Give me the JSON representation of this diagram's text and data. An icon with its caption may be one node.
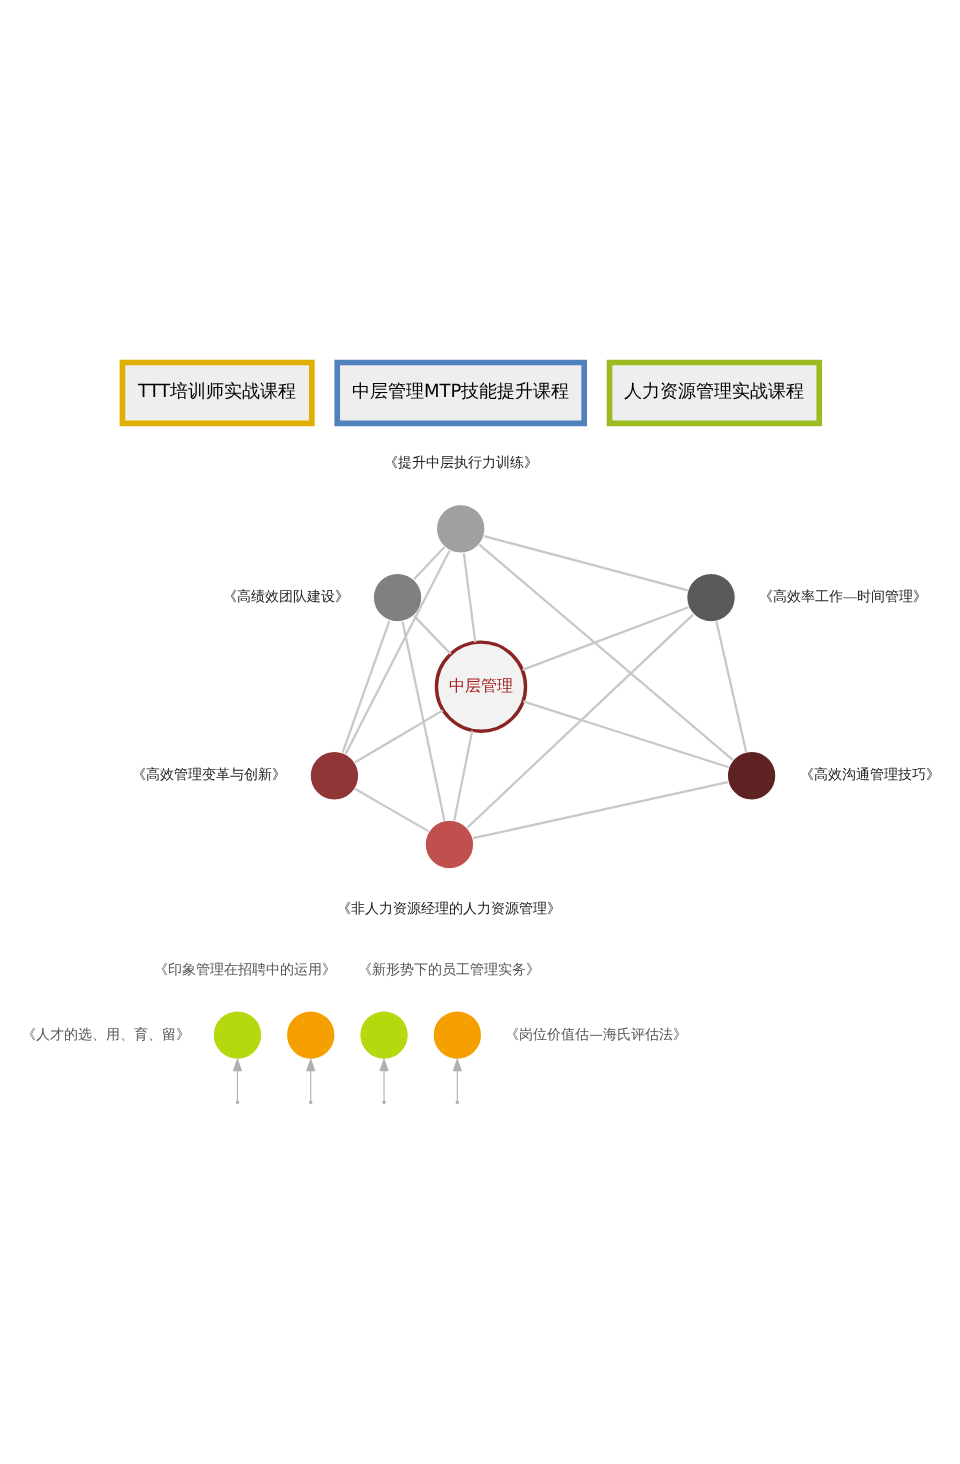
{
  "diagram": {
    "nodes": [
      {
        "text": [
          "TTT培训师实战课程"
        ]
      },
      {
        "text": [
          "中层管理MTP技能提升课程"
        ]
      },
      {
        "text": [
          "人力资源管理实战课程"
        ]
      },
      {
        "text": [],
        "shape": "circle",
        "beside": [
          "《提升中层执行力训练》"
        ]
      },
      {
        "text": [],
        "shape": "circle",
        "beside": [
          "《高绩效团队建设》"
        ]
      },
      {
        "text": [],
        "shape": "circle",
        "beside": [
          "《高效率工作—时间管理》"
        ]
      },
      {
        "text": [
          "中层管理"
        ]
      },
      {
        "text": [],
        "shape": "circle",
        "beside": [
          "《高效管理变革与创新》"
        ]
      },
      {
        "text": [],
        "shape": "circle",
        "beside": [
          "《高效沟通管理技巧》"
        ]
      },
      {
        "text": [],
        "shape": "circle",
        "beside": [
          "《非人力资源经理的人力资源管理》"
        ]
      },
      {
        "text": [],
        "shape": "circle",
        "beside": [
          "《人才的选、用、育、留》"
        ]
      },
      {
        "text": [],
        "shape": "circle",
        "beside": [
          "《印象管理在招聘中的运用》"
        ]
      },
      {
        "text": [],
        "shape": "circle",
        "beside": [
          "《新形势下的员工管理实务》"
        ]
      },
      {
        "text": [],
        "shape": "circle",
        "beside": [
          "《岗位价值估—海氏评估法》"
        ]
      }
    ],
    "edges": [
      {
        "from": 6,
        "to": 3,
        "arrow": "none"
      },
      {
        "from": 6,
        "to": 4,
        "arrow": "none"
      },
      {
        "from": 6,
        "to": 5,
        "arrow": "none"
      },
      {
        "from": 6,
        "to": 7,
        "arrow": "none"
      },
      {
        "from": 6,
        "to": 8,
        "arrow": "none"
      },
      {
        "from": 6,
        "to": 9,
        "arrow": "none"
      },
      {
        "from": 3,
        "to": 4,
        "arrow": "none"
      },
      {
        "from": 3,
        "to": 5,
        "arrow": "none"
      },
      {
        "from": 4,
        "to": 7,
        "arrow": "none"
      },
      {
        "from": 5,
        "to": 8,
        "arrow": "none"
      },
      {
        "from": 7,
        "to": 9,
        "arrow": "none"
      },
      {
        "from": 8,
        "to": 9,
        "arrow": "none"
      },
      {
        "from": 3,
        "to": 7,
        "arrow": "none"
      },
      {
        "from": 3,
        "to": 8,
        "arrow": "none"
      },
      {
        "from": 4,
        "to": 9,
        "arrow": "none"
      },
      {
        "from": 5,
        "to": 9,
        "arrow": "none"
      },
      {
        "from": null,
        "to": 10,
        "arrow": "to"
      },
      {
        "from": null,
        "to": 11,
        "arrow": "to"
      },
      {
        "from": null,
        "to": 12,
        "arrow": "to"
      },
      {
        "from": null,
        "to": 13,
        "arrow": "to"
      }
    ]
  }
}
